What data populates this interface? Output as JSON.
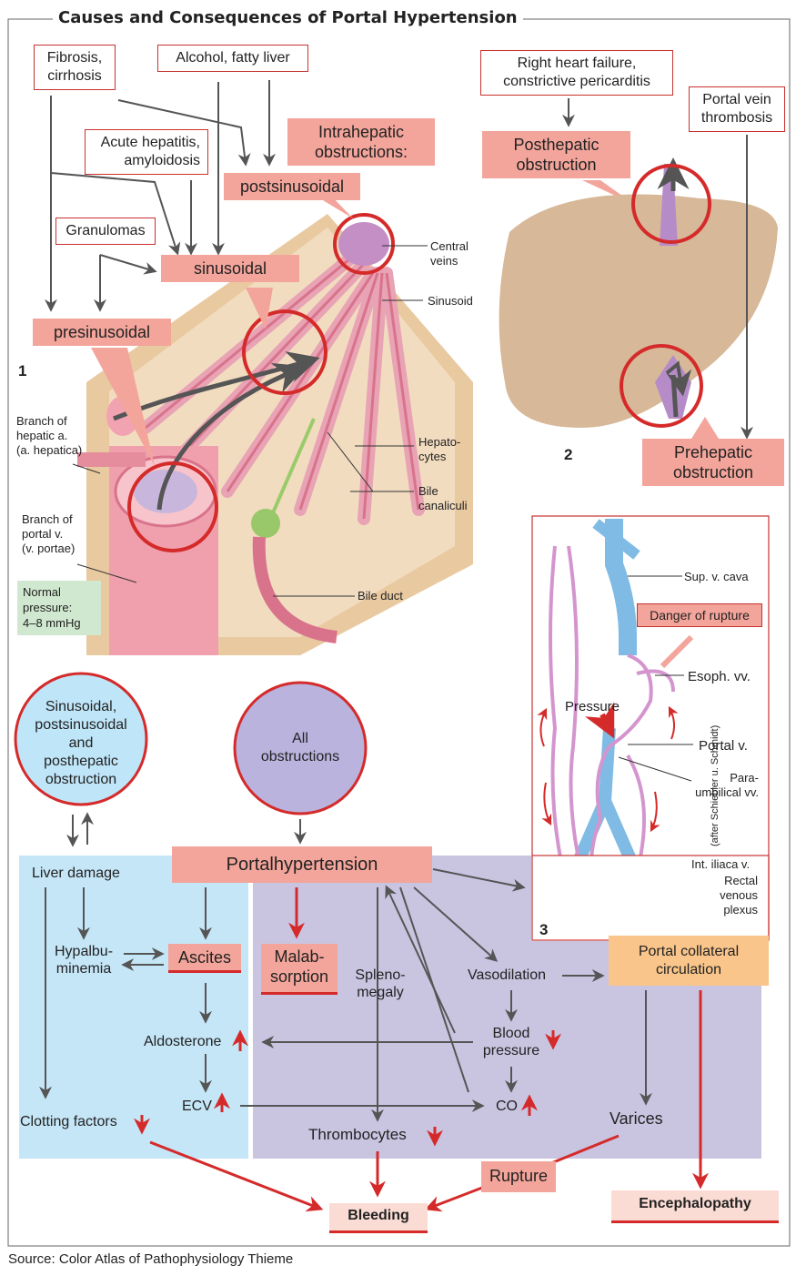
{
  "title": "Causes and Consequences of Portal Hypertension",
  "source": "Source: Color Atlas of Pathophysiology Thieme",
  "panel_numbers": {
    "p1": "1",
    "p2": "2",
    "p3": "3"
  },
  "causes": {
    "fibrosis": [
      "Fibrosis,",
      "cirrhosis"
    ],
    "alcohol": "Alcohol, fatty liver",
    "hepatitis": [
      "Acute hepatitis,",
      "amyloidosis"
    ],
    "granulomas": "Granulomas",
    "right_heart": [
      "Right heart failure,",
      "constrictive pericarditis"
    ],
    "portal_thrombosis": [
      "Portal vein",
      "thrombosis"
    ]
  },
  "obstructions": {
    "intrahepatic": [
      "Intrahepatic",
      "obstructions:"
    ],
    "postsinusoidal": "postsinusoidal",
    "sinusoidal": "sinusoidal",
    "presinusoidal": "presinusoidal",
    "posthepatic": [
      "Posthepatic",
      "obstruction"
    ],
    "prehepatic": [
      "Prehepatic",
      "obstruction"
    ]
  },
  "anatomy": {
    "central_veins": [
      "Central",
      "veins"
    ],
    "sinusoid": "Sinusoid",
    "hepatocytes": [
      "Hepato-",
      "cytes"
    ],
    "bile_canaliculi": [
      "Bile",
      "canaliculi"
    ],
    "bile_duct": "Bile duct",
    "branch_hepatic": [
      "Branch of",
      "hepatic a.",
      "(a. hepatica)"
    ],
    "branch_portal": [
      "Branch of",
      "portal v.",
      "(v. portae)"
    ],
    "normal_pressure": [
      "Normal",
      "pressure:",
      "4–8 mmHg"
    ]
  },
  "collaterals": {
    "sup_cava": "Sup. v. cava",
    "danger": "Danger of rupture",
    "esoph": "Esoph. vv.",
    "pressure": "Pressure",
    "portal_v": "Portal v.",
    "paraumbilical": [
      "Para-",
      "umbilical vv."
    ],
    "int_iliaca": "Int. iliaca v.",
    "rectal": [
      "Rectal",
      "venous",
      "plexus"
    ],
    "credit": "(after Schiebler u. Schmidt)"
  },
  "flow": {
    "circle_blue": [
      "Sinusoidal,",
      "postsinusoidal",
      "and",
      "posthepatic",
      "obstruction"
    ],
    "circle_purple": [
      "All",
      "obstructions"
    ],
    "portal_hypertension": "Portalhypertension",
    "liver_damage": "Liver damage",
    "hypalbuminemia": [
      "Hypalbu-",
      "minemia"
    ],
    "ascites": "Ascites",
    "malabsorption": [
      "Malab-",
      "sorption"
    ],
    "splenomegaly": [
      "Spleno-",
      "megaly"
    ],
    "vasodilation": "Vasodilation",
    "portal_collateral": [
      "Portal collateral",
      "circulation"
    ],
    "aldosterone": "Aldosterone",
    "blood_pressure": [
      "Blood",
      "pressure"
    ],
    "ecv": "ECV",
    "co": "CO",
    "clotting": "Clotting factors",
    "thrombocytes": "Thrombocytes",
    "varices": "Varices",
    "rupture": "Rupture",
    "bleeding": "Bleeding",
    "encephalopathy": "Encephalopathy"
  },
  "colors": {
    "red": "#d52a2a",
    "pink": "#f3a59b",
    "light_blue": "#c5e6f7",
    "purple_bg": "#c9c5e1",
    "circle_purple": "#b9b3dd",
    "circle_blue": "#bfe5f8",
    "orange": "#f9c58a",
    "green": "#cfe8cf",
    "arrow": "#555555"
  }
}
